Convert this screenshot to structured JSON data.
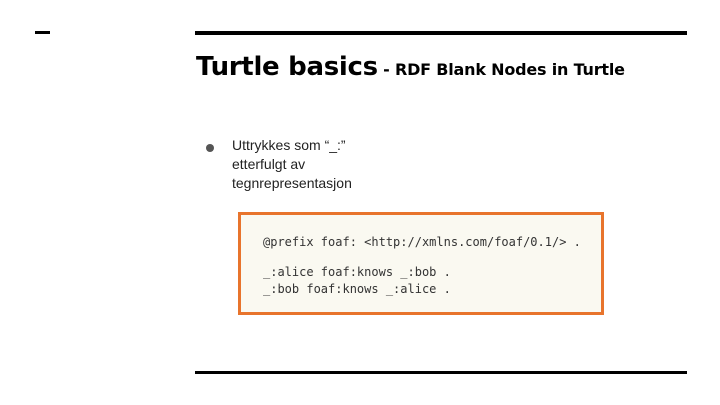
{
  "slide": {
    "title_main": "Turtle basics",
    "title_sub": " - RDF Blank Nodes in Turtle",
    "bullets": [
      {
        "lines": [
          "Uttrykkes som “_:”",
          "etterfulgt av",
          "tegnrepresentasjon"
        ]
      }
    ],
    "code": {
      "prefix_line": "@prefix foaf: <http://xmlns.com/foaf/0.1/> .",
      "triple_lines": [
        "_:alice foaf:knows _:bob .",
        "_:bob foaf:knows _:alice ."
      ]
    }
  },
  "colors": {
    "text": "#000000",
    "code_border": "#e8742c",
    "code_background": "#faf9f1",
    "rules": "#000000"
  }
}
